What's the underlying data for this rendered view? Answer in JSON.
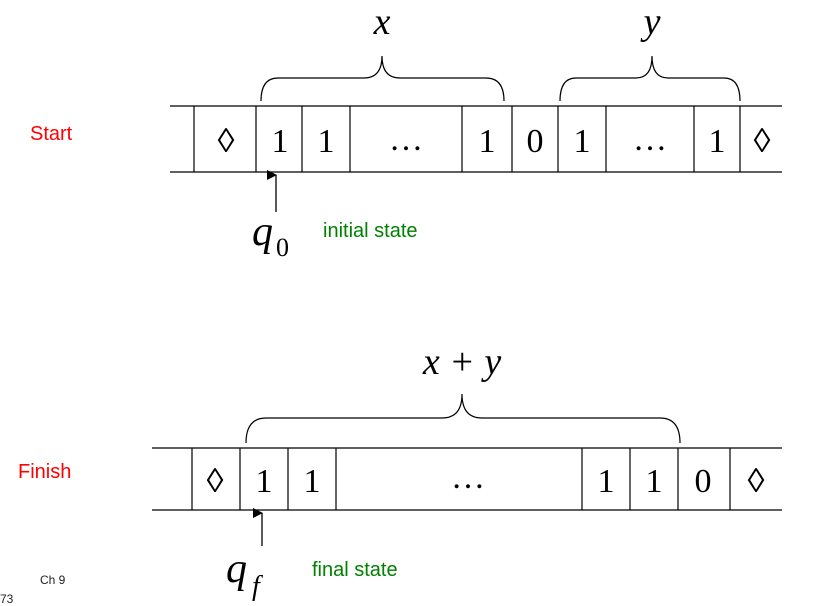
{
  "start": {
    "label": "Start",
    "x_label": "x",
    "y_label": "y",
    "tape": [
      "◊",
      "1",
      "1",
      "…",
      "1",
      "0",
      "1",
      "…",
      "1",
      "◊"
    ],
    "head_state": "q",
    "head_sub": "0",
    "state_caption": "initial state"
  },
  "finish": {
    "label": "Finish",
    "sum_label": "x + y",
    "tape": [
      "◊",
      "1",
      "1",
      "…",
      "1",
      "1",
      "0",
      "◊"
    ],
    "head_state": "q",
    "head_sub": "f",
    "state_caption": "final state"
  },
  "footer": {
    "slide_number": "73",
    "chapter": "Ch 9"
  },
  "colors": {
    "row_label": "#ff0000",
    "state_caption": "#008000",
    "lines": "#000000"
  }
}
